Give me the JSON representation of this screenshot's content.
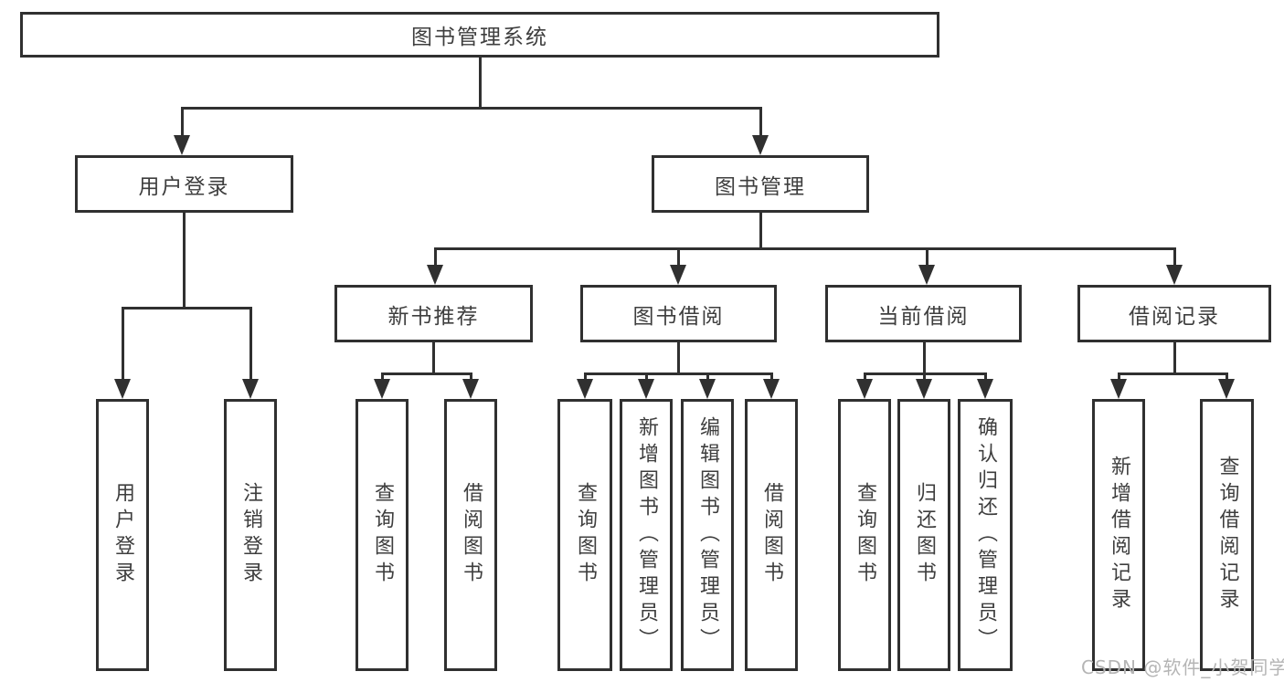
{
  "tree": {
    "root": {
      "label": "图书管理系统",
      "children": [
        {
          "label": "用户登录",
          "children": [
            {
              "label": "用户登录"
            },
            {
              "label": "注销登录"
            }
          ]
        },
        {
          "label": "图书管理",
          "children": [
            {
              "label": "新书推荐",
              "children": [
                {
                  "label": "查询图书"
                },
                {
                  "label": "借阅图书"
                }
              ]
            },
            {
              "label": "图书借阅",
              "children": [
                {
                  "label": "查询图书"
                },
                {
                  "label": "新增图书（管理员）"
                },
                {
                  "label": "编辑图书（管理员）"
                },
                {
                  "label": "借阅图书"
                }
              ]
            },
            {
              "label": "当前借阅",
              "children": [
                {
                  "label": "查询图书"
                },
                {
                  "label": "归还图书"
                },
                {
                  "label": "确认归还（管理员）"
                }
              ]
            },
            {
              "label": "借阅记录",
              "children": [
                {
                  "label": "新增借阅记录"
                },
                {
                  "label": "查询借阅记录"
                }
              ]
            }
          ]
        }
      ]
    }
  },
  "watermark": {
    "text": "CSDN @软件_小贺同学"
  },
  "colors": {
    "line": "#303030",
    "text": "#3e3e3e",
    "watermark": "#b5b5b5",
    "background": "#ffffff"
  }
}
